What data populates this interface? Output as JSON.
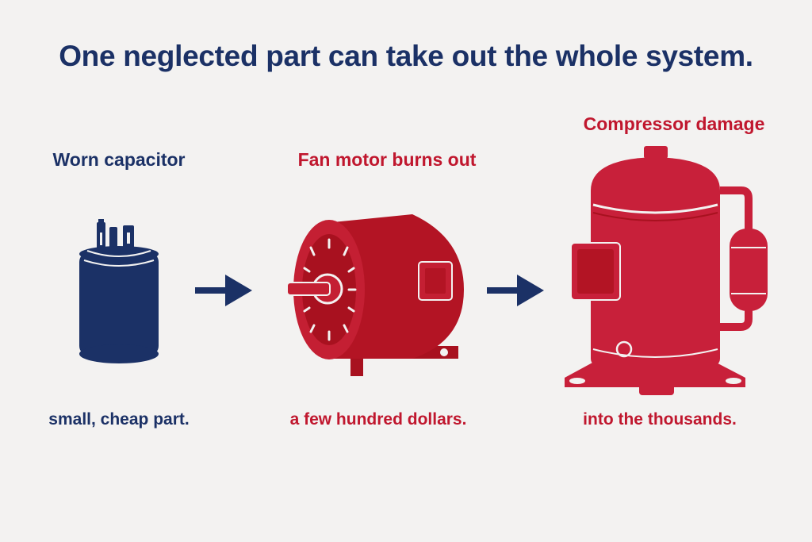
{
  "headline": "One neglected part can take out the whole system.",
  "colors": {
    "navy": "#1b3166",
    "red_dark": "#b01428",
    "red": "#c8203a",
    "background": "#f3f2f1"
  },
  "steps": [
    {
      "title": "Worn capacitor",
      "note": "small, cheap part.",
      "icon": "capacitor-icon",
      "color": "navy"
    },
    {
      "title": "Fan motor burns out",
      "note": "a few hundred dollars.",
      "icon": "fan-motor-icon",
      "color": "red"
    },
    {
      "title": "Compressor damage",
      "note": "into the thousands.",
      "icon": "compressor-icon",
      "color": "red"
    }
  ],
  "connectors": [
    "arrow-right-icon",
    "arrow-right-icon"
  ]
}
